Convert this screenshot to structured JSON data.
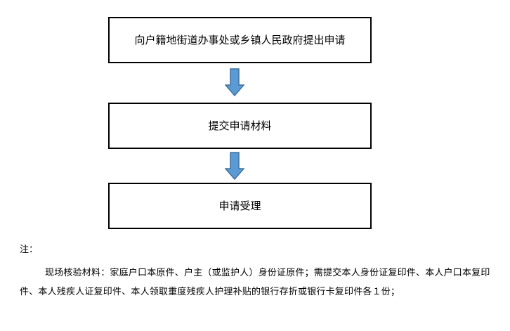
{
  "flow": {
    "steps": [
      {
        "label": "向户籍地街道办事处或乡镇人民政府提出申请"
      },
      {
        "label": "提交申请材料"
      },
      {
        "label": "申请受理"
      }
    ],
    "arrow_color": "#5b9bd5",
    "arrow_stroke": "#41719c"
  },
  "note": {
    "label": "注：",
    "body": "现场核验材料：家庭户口本原件、户主（或监护人）身份证原件；需提交本人身份证复印件、本人户口本复印件、本人残疾人证复印件、本人领取重度残疾人护理补贴的银行存折或银行卡复印件各１份；"
  }
}
